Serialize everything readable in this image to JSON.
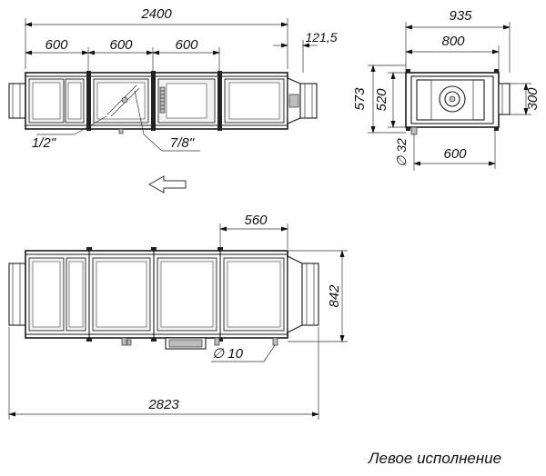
{
  "drawing": {
    "top_view_dims": {
      "overall_length": "2400",
      "section_1": "600",
      "section_2": "600",
      "section_3": "600",
      "outlet_offset": "121,5",
      "pipe_small": "1/2\"",
      "pipe_large": "7/8\""
    },
    "end_view_dims": {
      "outer_width": "935",
      "inner_width": "800",
      "overall_height": "573",
      "body_height": "520",
      "duct_height": "300",
      "diameter": "∅ 32",
      "offset": "600"
    },
    "side_view_dims": {
      "section_length": "560",
      "height": "842",
      "drain_diameter": "∅ 10",
      "overall_length": "2823"
    },
    "caption": "Левое исполнение",
    "arrow_direction": "left"
  }
}
